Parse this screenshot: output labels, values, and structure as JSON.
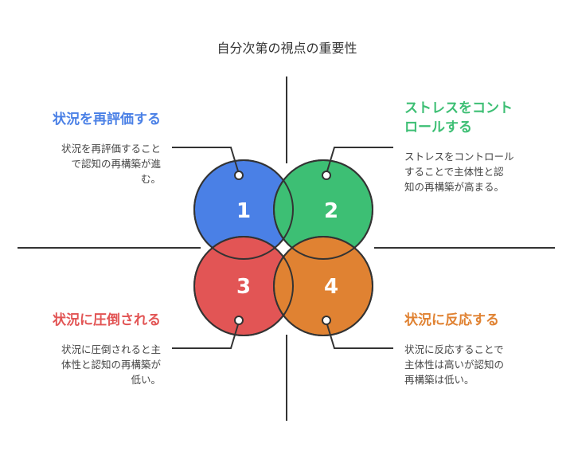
{
  "title": "自分次第の視点の重要性",
  "colors": {
    "blue": "#4a80e6",
    "green": "#3dbf74",
    "red": "#e25555",
    "orange": "#e08232",
    "line": "#333333"
  },
  "quadrants": [
    {
      "number": "1",
      "heading": "状況を再評価する",
      "desc_lines": [
        "状況を再評価すること",
        "で認知の再構築が進",
        "む。"
      ],
      "color": "#4a80e6"
    },
    {
      "number": "2",
      "heading_lines": [
        "ストレスをコント",
        "ロールする"
      ],
      "desc_lines": [
        "ストレスをコントロール",
        "することで主体性と認",
        "知の再構築が高まる。"
      ],
      "color": "#3dbf74"
    },
    {
      "number": "3",
      "heading": "状況に圧倒される",
      "desc_lines": [
        "状況に圧倒されると主",
        "体性と認知の再構築が",
        "低い。"
      ],
      "color": "#e25555"
    },
    {
      "number": "4",
      "heading": "状況に反応する",
      "desc_lines": [
        "状況に反応することで",
        "主体性は高いが認知の",
        "再構築は低い。"
      ],
      "color": "#e08232"
    }
  ]
}
